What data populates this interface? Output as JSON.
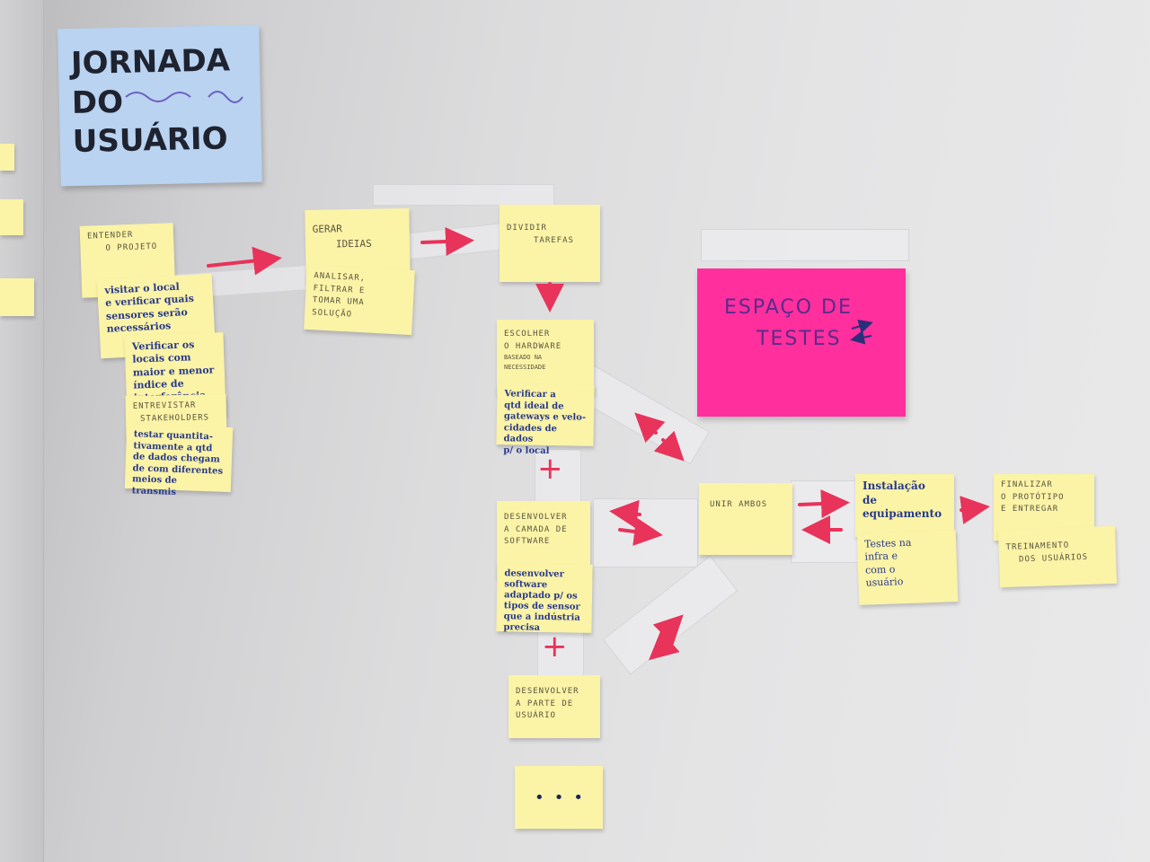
{
  "title": {
    "line1": "JORNADA",
    "line2": "DO",
    "line3": "USUÁRIO"
  },
  "board": {
    "entender": {
      "line1": "ENTENDER",
      "line2": "O PROJETO"
    },
    "visitar": {
      "line1": "visitar o local",
      "line2": "e verificar quais",
      "line3": "sensores serão",
      "line4": "necessários"
    },
    "verificar_locais": {
      "line1": "Verificar os",
      "line2": "locais com",
      "line3": "maior e menor",
      "line4": "índice de",
      "line5": "interferência"
    },
    "entrevistar": {
      "line1": "ENTREVISTAR",
      "line2": "STAKEHOLDERS"
    },
    "testar": {
      "line1": "testar quantita-",
      "line2": "tivamente a qtd",
      "line3": "de dados chegam",
      "line4": "de com diferentes",
      "line5": "meios de transmis"
    },
    "gerar": {
      "line1": "GERAR",
      "line2": "IDEIAS"
    },
    "analisar": {
      "line1": "ANALISAR,",
      "line2": "FILTRAR E",
      "line3": "TOMAR UMA",
      "line4": "SOLUÇÃO"
    },
    "dividir": {
      "line1": "DIVIDIR",
      "line2": "TAREFAS"
    },
    "escolher": {
      "line1": "ESCOLHER",
      "line2": "O HARDWARE",
      "line3": "BASEADO NA NECESSIDADE"
    },
    "verificar_qtd": {
      "line1": "Verificar a",
      "line2": "qtd ideal de",
      "line3": "gateways e velo-",
      "line4": "cidades de dados",
      "line5": "p/ o local"
    },
    "desenvolver_camada": {
      "line1": "DESENVOLVER",
      "line2": "A CAMADA DE",
      "line3": "SOFTWARE"
    },
    "desenvolver_sw": {
      "line1": "desenvolver",
      "line2": "software",
      "line3": "adaptado p/ os",
      "line4": "tipos de sensor",
      "line5": "que a indústria",
      "line6": "precisa"
    },
    "desenvolver_usuario": {
      "line1": "DESENVOLVER",
      "line2": "A PARTE DE",
      "line3": "USUÁRIO"
    },
    "ellipsis": "• • •",
    "unir": "UNIR AMBOS",
    "instalacao": {
      "line1": "Instalação",
      "line2": "de",
      "line3": "equipamento"
    },
    "testes_infra": {
      "line1": "Testes na",
      "line2": "infra e",
      "line3": "com o",
      "line4": "usuário"
    },
    "finalizar": {
      "line1": "FINALIZAR",
      "line2": "O PROTÓTIPO",
      "line3": "E ENTREGAR"
    },
    "treinamento": {
      "line1": "TREINAMENTO",
      "line2": "DOS USUÁRIOS"
    },
    "espaco": {
      "line1": "ESPAÇO DE",
      "line2": "TESTES"
    },
    "plus": "+"
  },
  "colors": {
    "yellow_note": "#fbf3a6",
    "blue_note": "#b9d3f1",
    "pink_note": "#ff2f9e",
    "arrow": "#e8335a",
    "ink": "#283a8c"
  }
}
